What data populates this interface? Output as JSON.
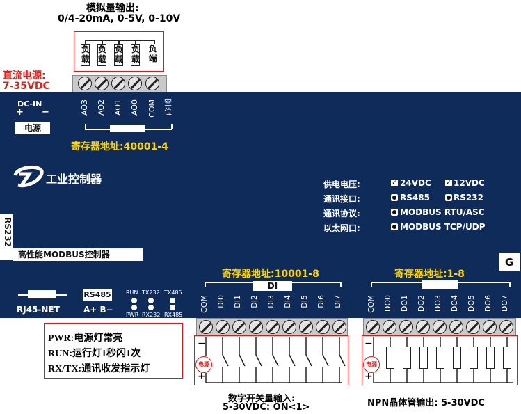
{
  "top": {
    "title": "模拟量输出:",
    "ranges": "0/4-20mA, 0-5V, 0-10V",
    "load_cells": [
      "负载",
      "负载",
      "负载",
      "负载",
      "负端"
    ]
  },
  "power": {
    "label": "直流电源:",
    "range": "7-35VDC"
  },
  "dcin": {
    "label": "DC-IN",
    "plus": "+",
    "minus": "−",
    "name": "电源"
  },
  "ao_labels": [
    "AO3",
    "AO2",
    "AO1",
    "AO0",
    "COM",
    "空位"
  ],
  "ao_register": "寄存器地址:40001-4",
  "brand": "工业控制器",
  "specs": [
    {
      "label": "供电电压:",
      "opt1": "24VDC",
      "opt2": "12VDC"
    },
    {
      "label": "通讯接口:",
      "opt1": "RS485",
      "opt2": "RS232"
    },
    {
      "label": "通讯协议:",
      "opt1": "MODBUS RTU/ASC"
    },
    {
      "label": "以太网口:",
      "opt1": "MODBUS TCP/UDP"
    }
  ],
  "rs232": "RS232",
  "model_label": "高性能MODBUS控制器",
  "g_label": "G",
  "di_register": "寄存器地址:10001-8",
  "di_label": "DI",
  "di_terminals": [
    "COM",
    "DI0",
    "DI1",
    "DI2",
    "DI3",
    "DI4",
    "DI5",
    "DI6",
    "DI7"
  ],
  "do_register": "寄存器地址:1-8",
  "do_terminals": [
    "COM",
    "DO0",
    "DO1",
    "DO2",
    "DO3",
    "DO4",
    "DO5",
    "DO6",
    "DO7"
  ],
  "rj45": "RJ45-NET",
  "rs485": {
    "label": "RS485",
    "pins": "A+ B−"
  },
  "leds": {
    "top": [
      "RUN",
      "TX232",
      "TX485"
    ],
    "bottom": [
      "PWR",
      "RX232",
      "RX485"
    ]
  },
  "legend": [
    "PWR:电源灯常亮",
    "RUN:运行灯1秒闪1次",
    "RX/TX:通讯收发指示灯"
  ],
  "power_circle": "电源",
  "pol_minus": "−",
  "pol_plus": "+",
  "di_caption": [
    "数字开关量输入:",
    "5-30VDC: ON<1>"
  ],
  "do_caption": "NPN晶体管输出: 5-30VDC"
}
